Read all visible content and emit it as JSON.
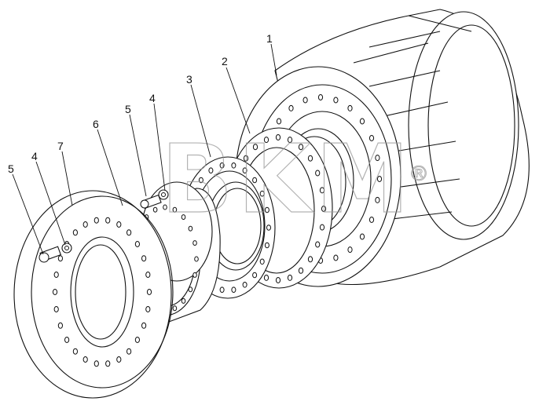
{
  "diagram": {
    "callouts": [
      {
        "id": "callout-1a",
        "text": "1"
      },
      {
        "id": "callout-2",
        "text": "2"
      },
      {
        "id": "callout-3",
        "text": "3"
      },
      {
        "id": "callout-4-upper",
        "text": "4"
      },
      {
        "id": "callout-5-upper",
        "text": "5"
      },
      {
        "id": "callout-6",
        "text": "6"
      },
      {
        "id": "callout-7",
        "text": "7"
      },
      {
        "id": "callout-4-lower",
        "text": "4"
      },
      {
        "id": "callout-5-lower",
        "text": "5"
      }
    ],
    "watermark": {
      "text": "BKM",
      "mark": "®"
    }
  }
}
